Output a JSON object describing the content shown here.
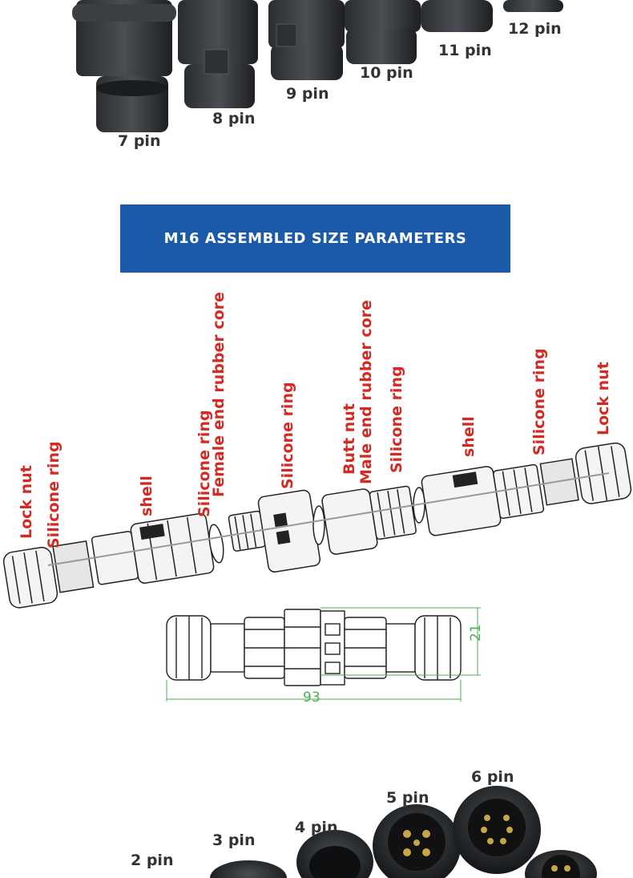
{
  "top_pins": {
    "p7": "7 pin",
    "p8": "8 pin",
    "p9": "9 pin",
    "p10": "10 pin",
    "p11": "11 pin",
    "p12": "12 pin"
  },
  "banner": {
    "title": "M16 ASSEMBLED SIZE PARAMETERS",
    "bg": "#1a5aa8"
  },
  "parts": {
    "lock_nut_1": "Lock nut",
    "silicone_ring_1": "Silicone ring",
    "shell_1": "shell",
    "silicone_ring_2": "Silicone ring",
    "female_core": "Female end rubber core",
    "silicone_ring_3": "Silicone ring",
    "butt_nut": "Butt nut",
    "male_core": "Male end rubber core",
    "silicone_ring_4": "Silicone ring",
    "shell_2": "shell",
    "silicone_ring_5": "Silicone ring",
    "lock_nut_2": "Lock nut",
    "label_color": "#d42a24"
  },
  "dimensions": {
    "height": "21",
    "length": "93",
    "dim_color": "#4caf50"
  },
  "bottom_pins": {
    "p2": "2 pin",
    "p3": "3 pin",
    "p4": "4 pin",
    "p5": "5 pin",
    "p6": "6 pin"
  }
}
